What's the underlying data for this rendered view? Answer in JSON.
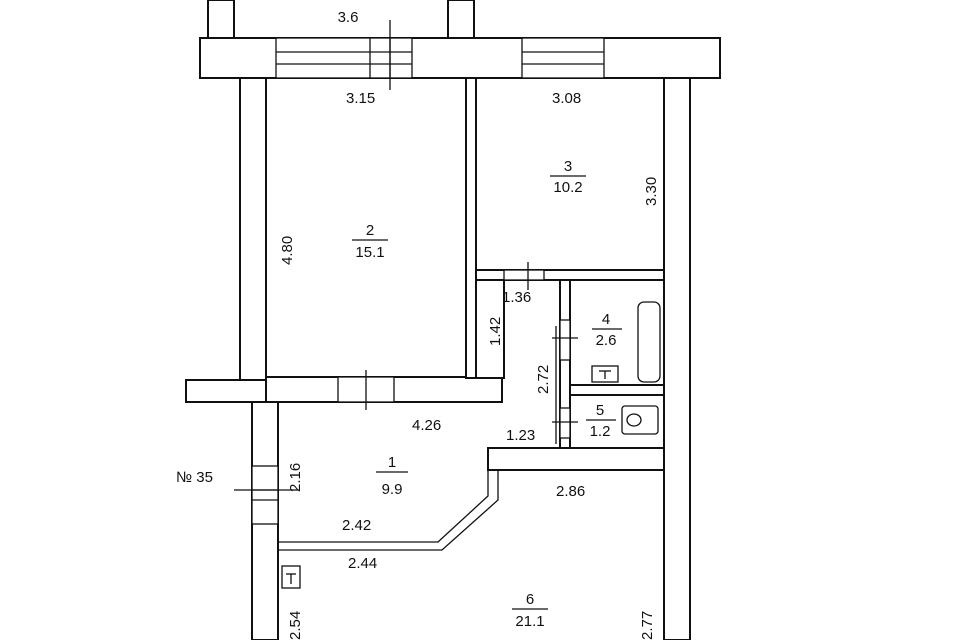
{
  "apartment_number": "№ 35",
  "rooms": [
    {
      "number": "",
      "area": "3.6"
    },
    {
      "number": "2",
      "area": "15.1"
    },
    {
      "number": "3",
      "area": "10.2"
    },
    {
      "number": "4",
      "area": "2.6"
    },
    {
      "number": "5",
      "area": "1.2"
    },
    {
      "number": "1",
      "area": "9.9"
    },
    {
      "number": "6",
      "area": "21.1"
    }
  ],
  "dimensions": {
    "top_left": "3.15",
    "top_right": "3.08",
    "room3_height": "3.30",
    "room2_height": "4.80",
    "corridor_upper_width": "1.36",
    "corridor_upper_height": "1.42",
    "corridor_length": "2.72",
    "hall_width": "4.26",
    "wc_width": "1.23",
    "hall_height": "2.16",
    "room6_top": "2.86",
    "hall_bottom": "2.42",
    "room6_width": "2.44",
    "room6_left_height": "2.54",
    "room6_right_height": "2.77"
  }
}
